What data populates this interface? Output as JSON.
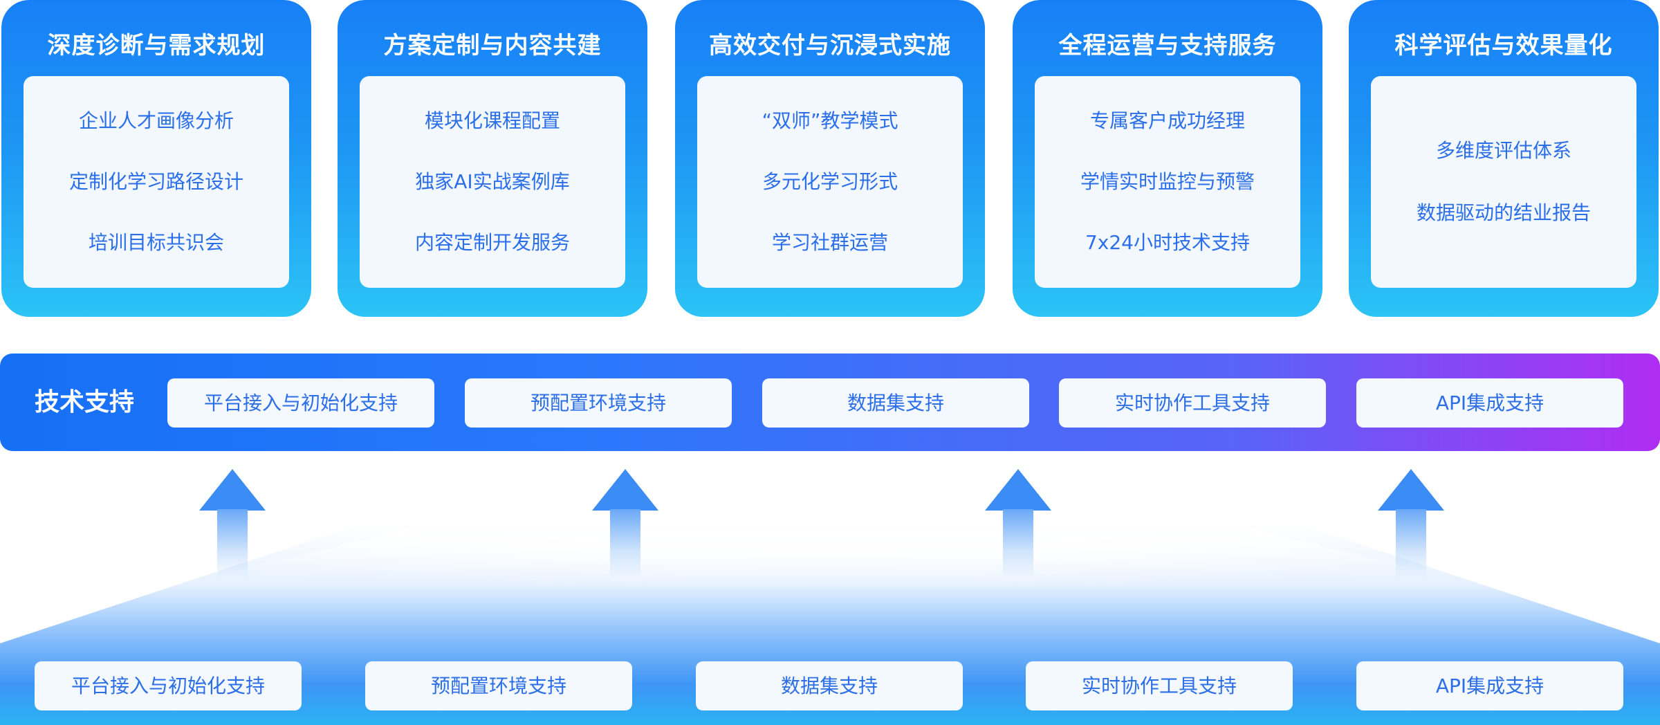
{
  "colors": {
    "card_top": "#1880f7",
    "card_bottom": "#2cc3f6",
    "inner_bg": "#f3f8ff",
    "item_text": "#2a6ee8",
    "tech_bar_start": "#1570f6",
    "tech_bar_end": "#b02df3"
  },
  "cards": [
    {
      "title": "深度诊断与需求规划",
      "items": [
        "企业人才画像分析",
        "定制化学习路径设计",
        "培训目标共识会"
      ]
    },
    {
      "title": "方案定制与内容共建",
      "items": [
        "模块化课程配置",
        "独家AI实战案例库",
        "内容定制开发服务"
      ]
    },
    {
      "title": "高效交付与沉浸式实施",
      "items": [
        "“双师”教学模式",
        "多元化学习形式",
        "学习社群运营"
      ]
    },
    {
      "title": "全程运营与支持服务",
      "items": [
        "专属客户成功经理",
        "学情实时监控与预警",
        "7x24小时技术支持"
      ]
    },
    {
      "title": "科学评估与效果量化",
      "items": [
        "多维度评估体系",
        "数据驱动的结业报告"
      ]
    }
  ],
  "tech_support": {
    "label": "技术支持",
    "items": [
      "平台接入与初始化支持",
      "预配置环境支持",
      "数据集支持",
      "实时协作工具支持",
      "API集成支持"
    ]
  },
  "base": {
    "items": [
      "平台接入与初始化支持",
      "预配置环境支持",
      "数据集支持",
      "实时协作工具支持",
      "API集成支持"
    ]
  },
  "arrows": {
    "icon": "arrow-up-icon",
    "count": 4
  }
}
